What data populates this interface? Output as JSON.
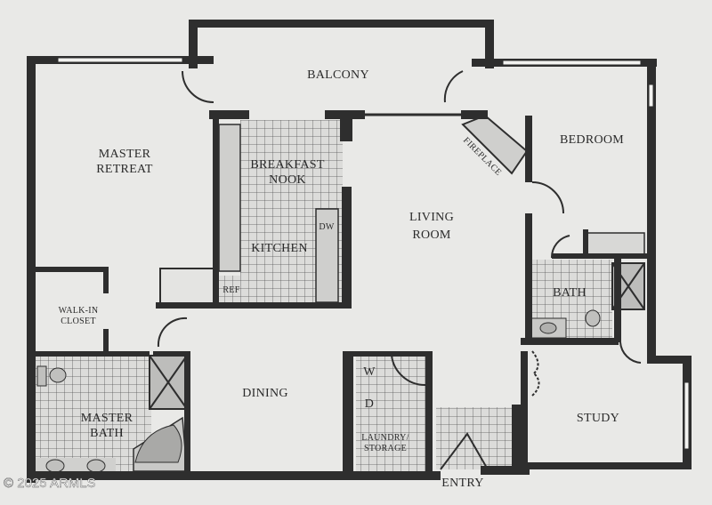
{
  "rooms": {
    "balcony": "BALCONY",
    "master_retreat": [
      "MASTER",
      "RETREAT"
    ],
    "breakfast_nook": [
      "BREAKFAST",
      "NOOK"
    ],
    "kitchen": "KITCHEN",
    "dishwasher": "DW",
    "refrigerator": "REF",
    "living_room": [
      "LIVING",
      "ROOM"
    ],
    "fireplace": "FIREPLACE",
    "bedroom": "BEDROOM",
    "bath": "BATH",
    "walk_in_closet": [
      "WALK-IN",
      "CLOSET"
    ],
    "master_bath": [
      "MASTER",
      "BATH"
    ],
    "dining": "DINING",
    "washer": "W",
    "dryer": "D",
    "laundry": [
      "LAUNDRY/",
      "STORAGE"
    ],
    "entry": "ENTRY",
    "study": "STUDY"
  },
  "watermark": "2025 ARMLS",
  "colors": {
    "wall": "#2e2e2e",
    "background": "#e9e9e7",
    "tile": "#d6d6d4",
    "fixture": "#b8b8b6"
  }
}
